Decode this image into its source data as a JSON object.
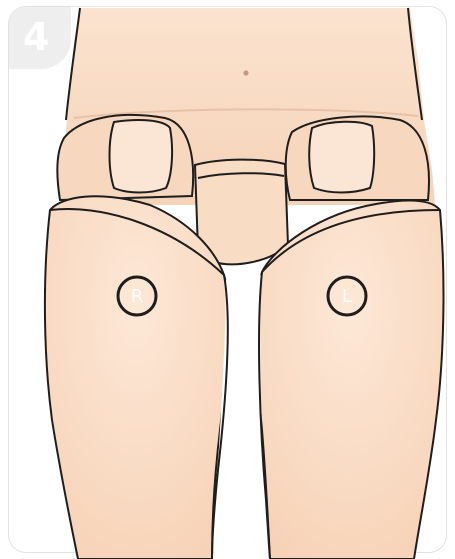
{
  "step": {
    "number": "4"
  },
  "markers": {
    "right_label": "R",
    "left_label": "L"
  },
  "colors": {
    "skin": "#f8dcc4",
    "skin_light": "#fbe6d5",
    "skin_shadow": "#f2c8aa",
    "outline": "#1e1e1e",
    "navel": "#c89882",
    "badge_bg": "#eeeeee",
    "border": "#e2e2e2"
  }
}
